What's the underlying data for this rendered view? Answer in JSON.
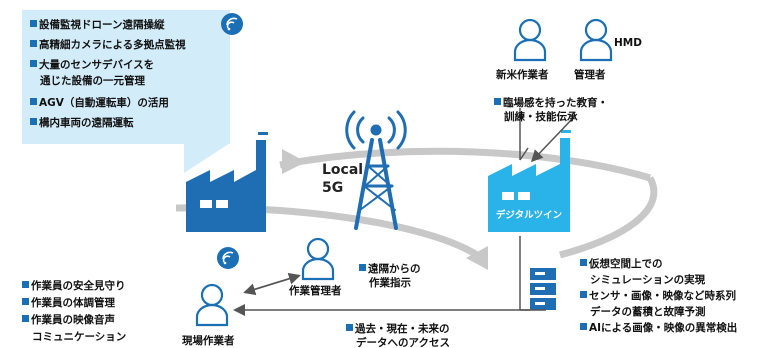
{
  "colors": {
    "factory": "#1f6db3",
    "twin": "#29b3e8",
    "ring": "#c8c8c8",
    "callout": "#d3ecf9",
    "accent": "#1a6fb5"
  },
  "icons": [
    "wifi-icon",
    "factory-icon",
    "antenna-tower-icon",
    "person-icon",
    "server-icon",
    "digital-twin-icon"
  ],
  "callout": {
    "items": [
      "設備監視ドローン遠隔操縦",
      "高精細カメラによる多拠点監視",
      "大量のセンサデバイスを",
      "通じた設備の一元管理",
      "AGV（自動運転車）の活用",
      "構内車両の遠隔運転"
    ]
  },
  "center": {
    "line1": "Local",
    "line2": "5G"
  },
  "twin": {
    "label": "デジタルツイン"
  },
  "people": {
    "newcomer": "新米作業者",
    "manager_top": "管理者",
    "hmd": "HMD",
    "work_manager": "作業管理者",
    "field_worker": "現場作業者"
  },
  "training": {
    "line1": "臨場感を持った教育・",
    "line2": "訓練・技能伝承"
  },
  "remote": {
    "line1": "遠隔からの",
    "line2": "作業指示"
  },
  "worker_items": {
    "line1": "作業員の安全見守り",
    "line2": "作業員の体調管理",
    "line3": "作業員の映像音声",
    "line4": "コミュニケーション"
  },
  "access": {
    "line1": "過去・現在・未来の",
    "line2": "データへのアクセス"
  },
  "virtual": {
    "line1": "仮想空間上での",
    "line2": "シミュレーションの実現",
    "line3": "センサ・画像・映像など時系列",
    "line4": "データの蓄積と故障予測",
    "line5": "AIによる画像・映像の異常検出"
  }
}
